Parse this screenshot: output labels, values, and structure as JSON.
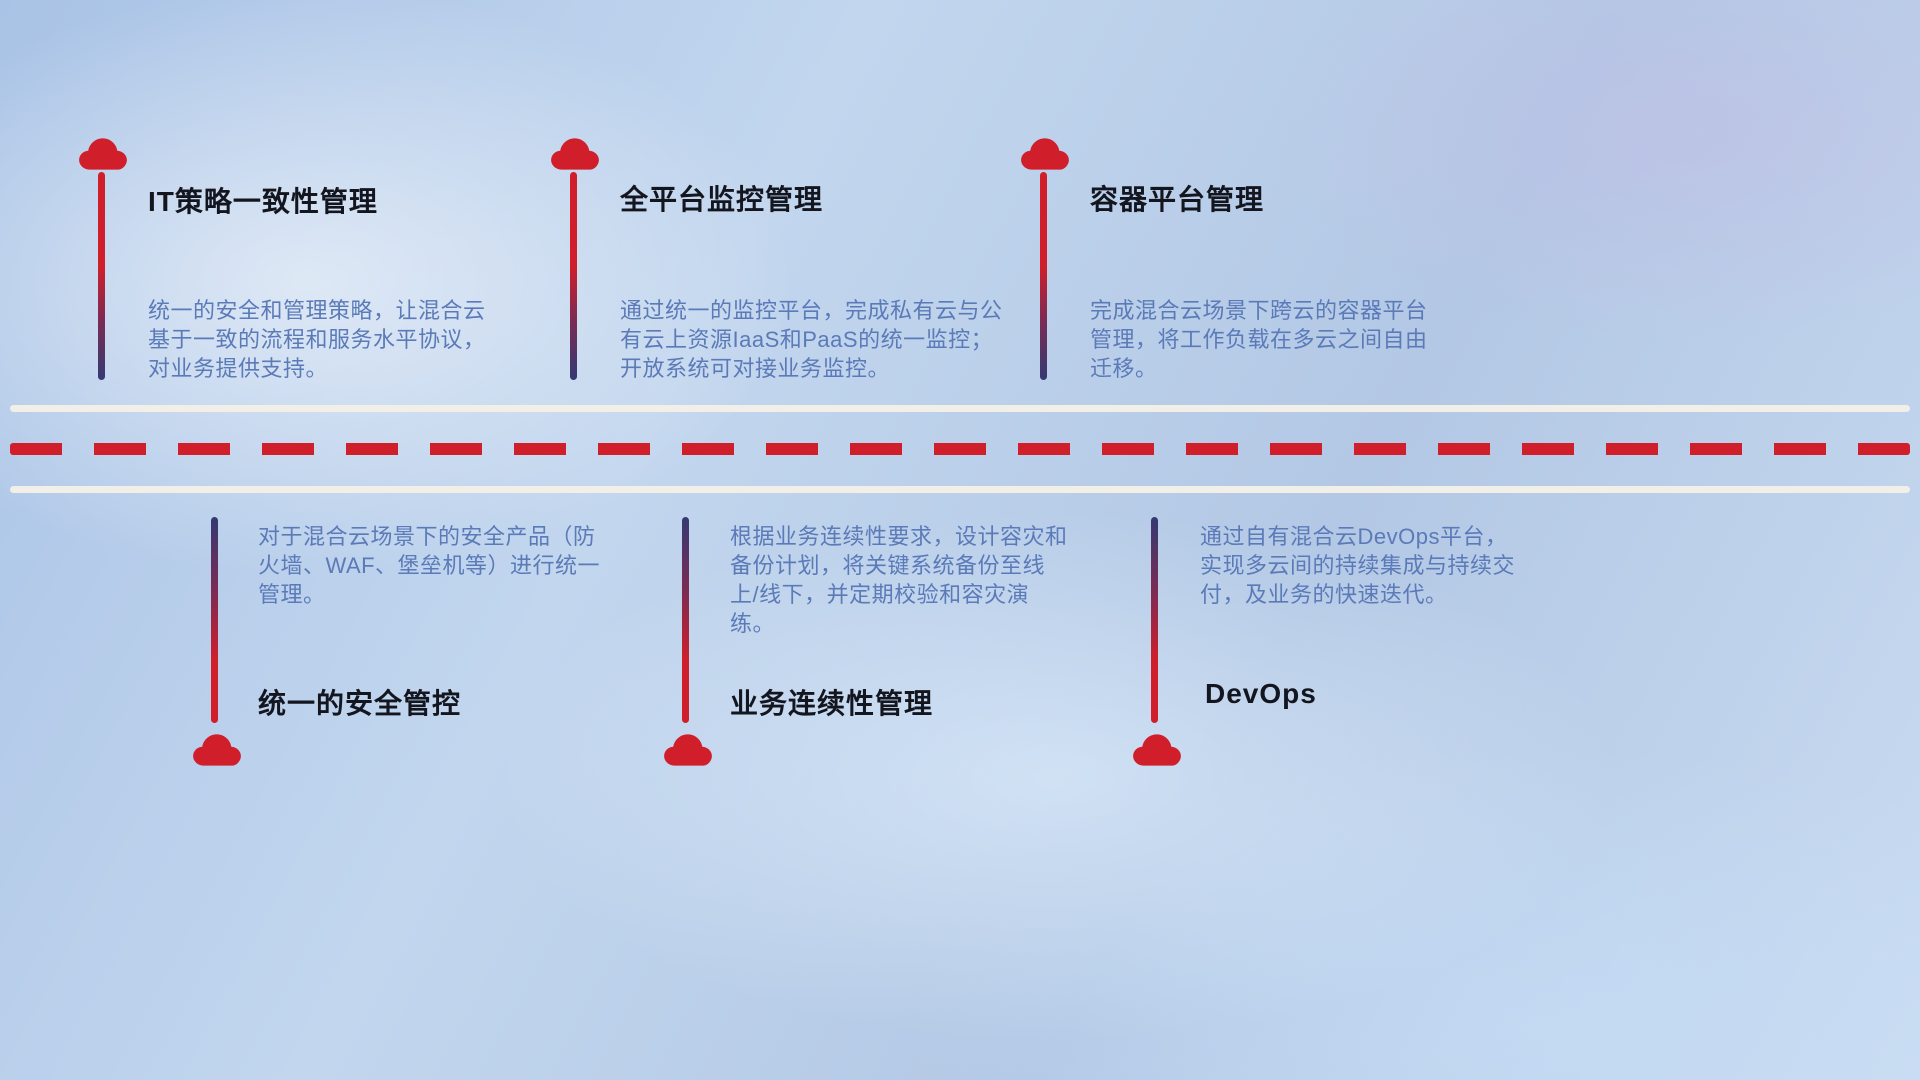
{
  "items": [
    {
      "title": "IT策略一致性管理",
      "description": "统一的安全和管理策略，让混合云基于一致的流程和服务水平协议，对业务提供支持。",
      "position": "top"
    },
    {
      "title": "全平台监控管理",
      "description": "通过统一的监控平台，完成私有云与公有云上资源IaaS和PaaS的统一监控；开放系统可对接业务监控。",
      "position": "top"
    },
    {
      "title": "容器平台管理",
      "description": "完成混合云场景下跨云的容器平台管理，将工作负载在多云之间自由迁移。",
      "position": "top"
    },
    {
      "title": "统一的安全管控",
      "description": "对于混合云场景下的安全产品（防火墙、WAF、堡垒机等）进行统一管理。",
      "position": "bottom"
    },
    {
      "title": "业务连续性管理",
      "description": "根据业务连续性要求，设计容灾和备份计划，将关键系统备份至线上/线下，并定期校验和容灾演练。",
      "position": "bottom"
    },
    {
      "title": "DevOps",
      "description": "通过自有混合云DevOps平台，实现多云间的持续集成与持续交付，及业务的快速迭代。",
      "position": "bottom"
    }
  ],
  "colors": {
    "accent_red": "#d01f2a",
    "line_navy": "#333a72",
    "description_blue": "#5b7ab8",
    "title_dark": "#14161f",
    "road_white": "#f2efe9"
  }
}
